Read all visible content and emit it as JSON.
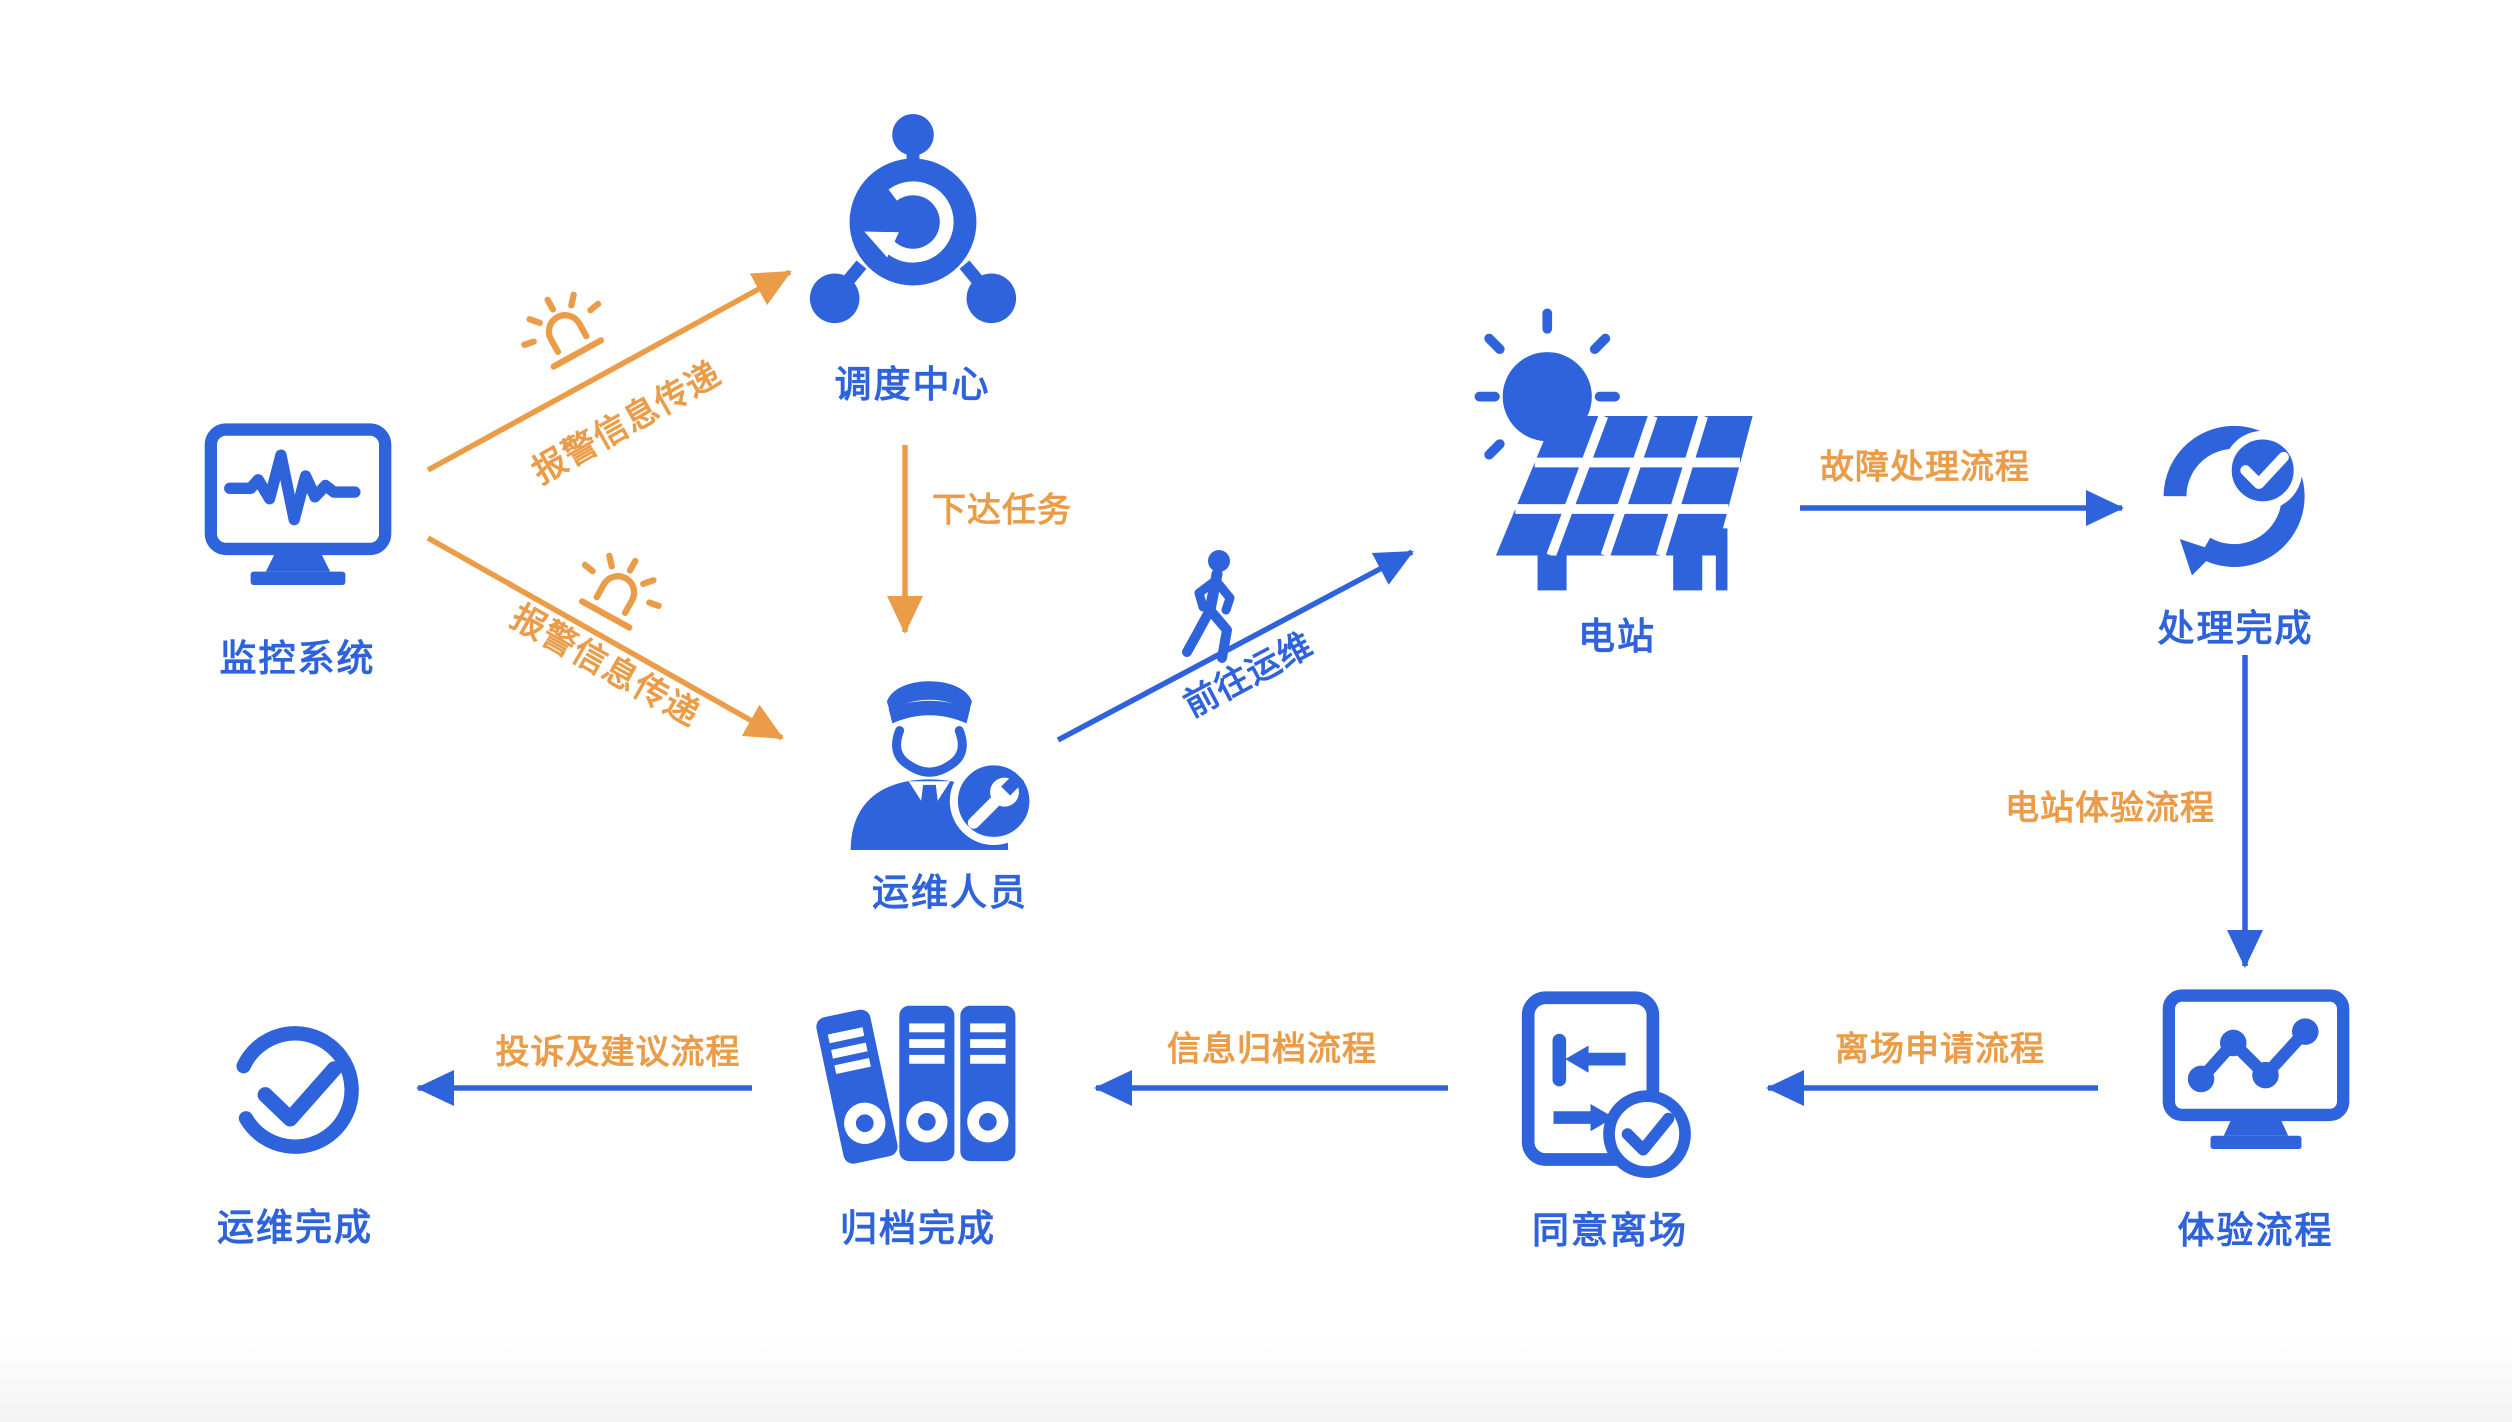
{
  "colors": {
    "blue": "#2F63DB",
    "orange": "#EA9C48",
    "background": "#FFFFFF"
  },
  "nodes": [
    {
      "id": "monitoring-system",
      "label": "监控系统"
    },
    {
      "id": "dispatch-center",
      "label": "调度中心"
    },
    {
      "id": "maintenance-staff",
      "label": "运维人员"
    },
    {
      "id": "power-station",
      "label": "电站"
    },
    {
      "id": "handling-complete",
      "label": "处理完成"
    },
    {
      "id": "experience-flow",
      "label": "体验流程"
    },
    {
      "id": "leave-approved",
      "label": "同意离场"
    },
    {
      "id": "archive-complete",
      "label": "归档完成"
    },
    {
      "id": "maintenance-complete",
      "label": "运维完成"
    }
  ],
  "edges": [
    {
      "id": "alarm-info-to-dispatch",
      "label": "报警信息传递",
      "color": "orange"
    },
    {
      "id": "alarm-info-to-staff",
      "label": "报警信息传递",
      "color": "orange"
    },
    {
      "id": "assign-task",
      "label": "下达任务",
      "color": "orange"
    },
    {
      "id": "go-to-maintain",
      "label": "前往运维",
      "color": "blue"
    },
    {
      "id": "fault-handling-flow",
      "label": "故障处理流程",
      "color": "orange"
    },
    {
      "id": "station-experience-flow",
      "label": "电站体验流程",
      "color": "orange"
    },
    {
      "id": "leave-request-flow",
      "label": "离场申请流程",
      "color": "orange"
    },
    {
      "id": "info-archive-flow",
      "label": "信息归档流程",
      "color": "orange"
    },
    {
      "id": "complaint-suggestion-flow",
      "label": "投诉及建议流程",
      "color": "orange"
    }
  ]
}
